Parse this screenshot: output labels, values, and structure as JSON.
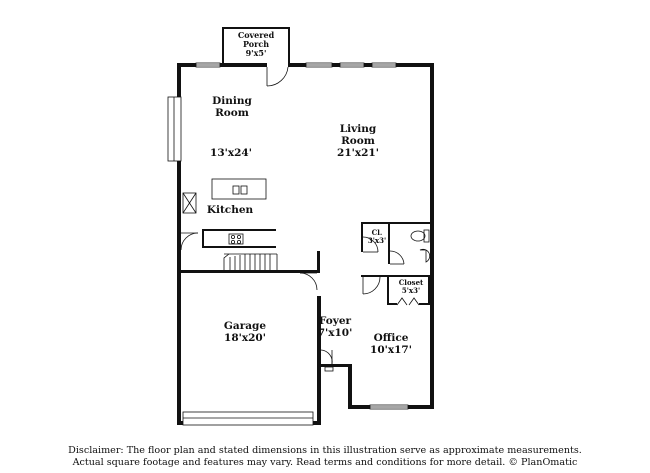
{
  "rooms": {
    "covered_porch": {
      "name_line1": "Covered",
      "name_line2": "Porch",
      "dims": "9'x5'"
    },
    "dining": {
      "name_line1": "Dining",
      "name_line2": "Room"
    },
    "dining_kitchen_dims": "13'x24'",
    "kitchen": {
      "name": "Kitchen"
    },
    "living": {
      "name_line1": "Living",
      "name_line2": "Room",
      "dims": "21'x21'"
    },
    "cl": {
      "name": "Cl.",
      "dims": "3'x3'"
    },
    "closet": {
      "name": "Closet",
      "dims": "5'x3'"
    },
    "garage": {
      "name": "Garage",
      "dims": "18'x20'"
    },
    "foyer": {
      "name": "Foyer",
      "dims": "7'x10'"
    },
    "office": {
      "name": "Office",
      "dims": "10'x17'"
    }
  },
  "disclaimer": {
    "line1": "Disclaimer: The floor plan and stated dimensions in this illustration serve as approximate measurements.",
    "line2": "Actual square footage and features may vary. Read terms and conditions for more detail. © PlanOmatic"
  },
  "colors": {
    "wall": "#111111",
    "background": "#ffffff"
  }
}
